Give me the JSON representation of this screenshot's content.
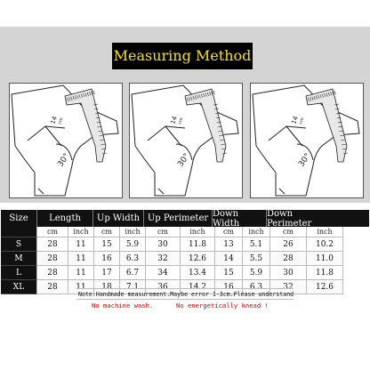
{
  "title": "Measuring Method",
  "diagram": {
    "length_label": "14",
    "length_unit": "cm",
    "angle_label": "30°"
  },
  "table": {
    "size_header": "Size",
    "headers": [
      "Length",
      "Up Width",
      "Up Perimeter",
      "Down Width",
      "Down Perimeter"
    ],
    "units": [
      "cm",
      "inch",
      "cm",
      "inch",
      "cm",
      "inch",
      "cm",
      "inch",
      "cm",
      "inch"
    ],
    "rows": [
      {
        "size": "S",
        "values": [
          "28",
          "11",
          "15",
          "5.9",
          "30",
          "11.8",
          "13",
          "5.1",
          "26",
          "10.2"
        ]
      },
      {
        "size": "M",
        "values": [
          "28",
          "11",
          "16",
          "6.3",
          "32",
          "12.6",
          "14",
          "5.5",
          "28",
          "11.0"
        ]
      },
      {
        "size": "L",
        "values": [
          "28",
          "11",
          "17",
          "6.7",
          "34",
          "13.4",
          "15",
          "5.9",
          "30",
          "11.8"
        ]
      },
      {
        "size": "XL",
        "values": [
          "28",
          "11",
          "18",
          "7.1",
          "36",
          "14.2",
          "16",
          "6.3",
          "32",
          "12.6"
        ]
      }
    ]
  },
  "note": "Note:Handmade measurement.Maybe error 1-3cm.Please understand",
  "warnings": [
    "No machine wash.",
    "No energetically knead !"
  ]
}
